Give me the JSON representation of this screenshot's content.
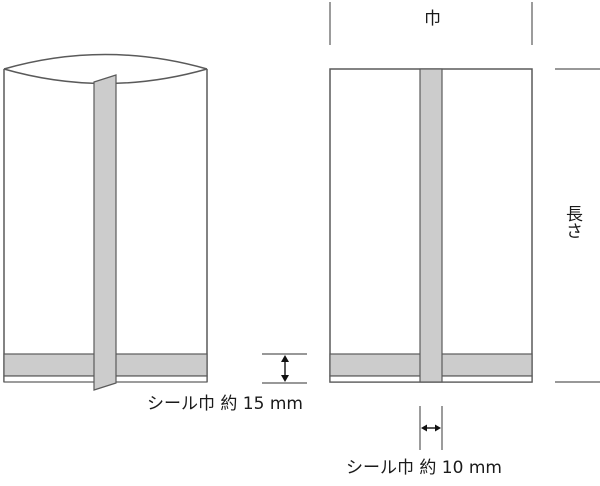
{
  "diagram": {
    "subject": "Packaging bag dimensions (gusset bag and flat bag with center seal)",
    "colors": {
      "outline": "#5a5a5a",
      "seal_fill": "#cccccc",
      "background": "#ffffff",
      "text": "#1a1a1a"
    },
    "left_bag": {
      "description": "Gusseted bag, perspective view with folded back seal",
      "bottom_seal_label": "シール巾 約 15 mm"
    },
    "right_bag": {
      "description": "Flat view with center back seal",
      "width_label": "巾",
      "length_label": "長さ",
      "center_seal_label": "シール巾 約 10 mm"
    }
  }
}
